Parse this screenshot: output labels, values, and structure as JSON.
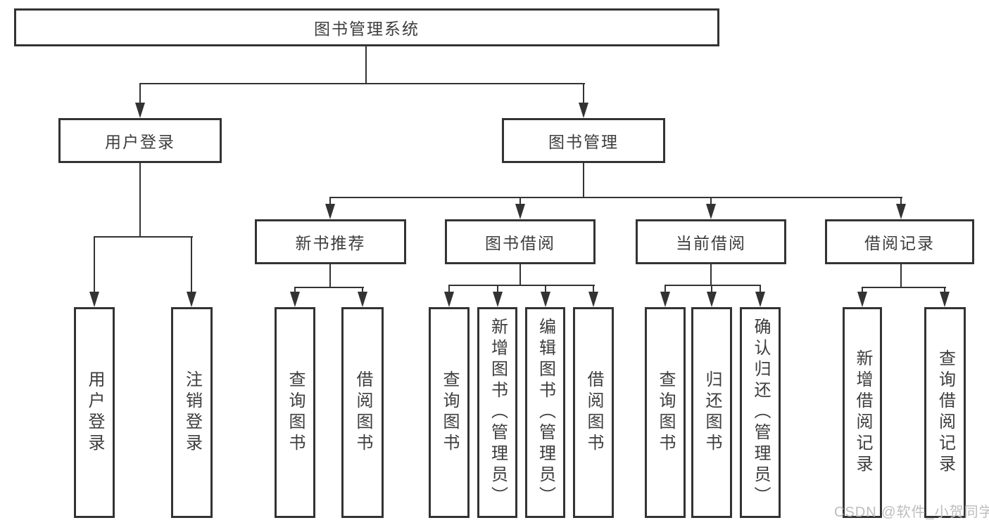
{
  "nodes": {
    "root": "图书管理系统",
    "user_login": "用户登录",
    "book_mgmt": "图书管理",
    "new_book": "新书推荐",
    "book_borrow": "图书借阅",
    "current_borrow": "当前借阅",
    "borrow_record": "借阅记录",
    "leaf_user_login": "用户登录",
    "leaf_logout": "注销登录",
    "leaf_nb_query": "查询图书",
    "leaf_nb_borrow": "借阅图书",
    "leaf_bb_query": "查询图书",
    "leaf_bb_add": "新增图书（管理员）",
    "leaf_bb_edit": "编辑图书（管理员）",
    "leaf_bb_borrow": "借阅图书",
    "leaf_cb_query": "查询图书",
    "leaf_cb_return": "归还图书",
    "leaf_cb_confirm": "确认归还（管理员）",
    "leaf_br_add": "新增借阅记录",
    "leaf_br_query": "查询借阅记录"
  },
  "watermark": "CSDN @软件_小贺同学",
  "colors": {
    "line": "#333333",
    "text": "#3d3d3d",
    "watermark": "#bdbdbd",
    "background": "#ffffff"
  }
}
